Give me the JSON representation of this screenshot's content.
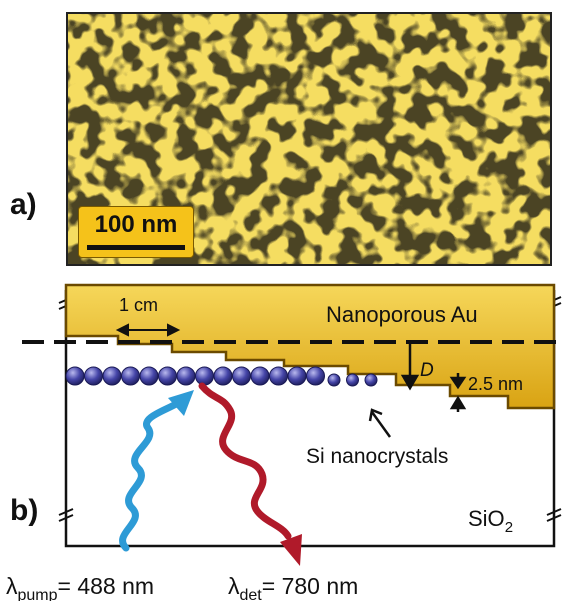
{
  "panel_a": {
    "label": "a)",
    "scale_bar": "100 nm"
  },
  "panel_b": {
    "label": "b)",
    "length_scale": "1 cm",
    "film_label": "Nanoporous Au",
    "distance_symbol": "D",
    "step_height": "2.5 nm",
    "nanocrystal_label": "Si nanocrystals",
    "substrate_label": "SiO",
    "substrate_sub": "2"
  },
  "wavelengths": {
    "lambda": "λ",
    "pump_sub": "pump",
    "pump_value": "= 488 nm",
    "det_sub": "det",
    "det_value": "= 780 nm"
  },
  "colors": {
    "gold": "#e8b71a",
    "gold_dark": "#7a5400",
    "pump": "#2e9bd6",
    "det": "#b01a2a",
    "sphere": "#3d3d9e"
  }
}
